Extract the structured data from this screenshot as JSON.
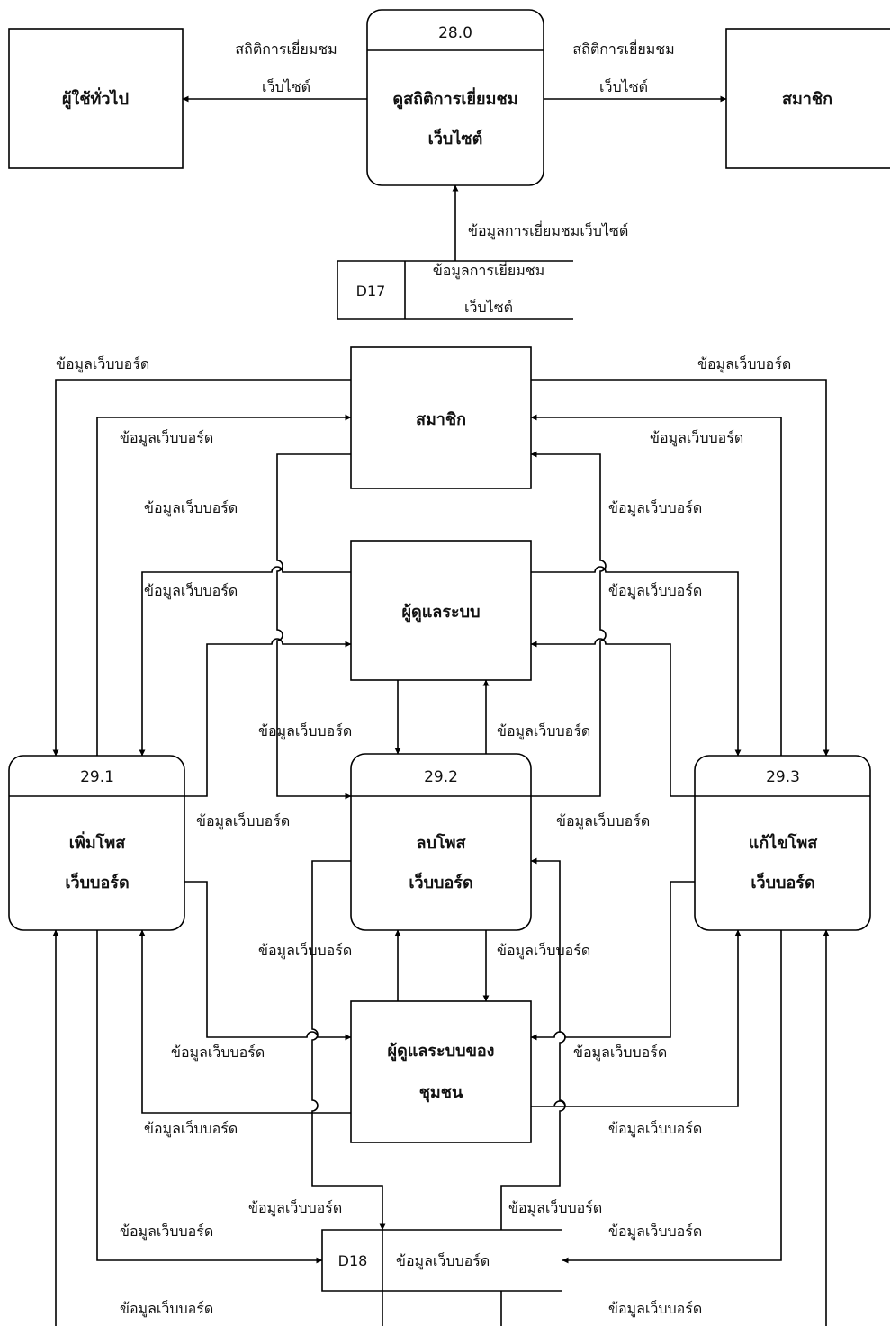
{
  "entities": {
    "general_user": "ผู้ใช้ทั่วไป",
    "member_top": "สมาชิก",
    "member_mid": "สมาชิก",
    "admin": "ผู้ดูแลระบบ",
    "community_admin_l1": "ผู้ดูแลระบบของ",
    "community_admin_l2": "ชุมชน"
  },
  "processes": {
    "p28": {
      "number": "28.0",
      "name_l1": "ดูสถิติการเยี่ยมชม",
      "name_l2": "เว็บไซต์"
    },
    "p291": {
      "number": "29.1",
      "name_l1": "เพิ่มโพส",
      "name_l2": "เว็บบอร์ด"
    },
    "p292": {
      "number": "29.2",
      "name_l1": "ลบโพส",
      "name_l2": "เว็บบอร์ด"
    },
    "p293": {
      "number": "29.3",
      "name_l1": "แก้ไขโพส",
      "name_l2": "เว็บบอร์ด"
    }
  },
  "stores": {
    "d17": {
      "id": "D17",
      "name_l1": "ข้อมูลการเยี่ยมชม",
      "name_l2": "เว็บไซต์"
    },
    "d18": {
      "id": "D18",
      "name": "ข้อมูลเว็บบอร์ด"
    }
  },
  "flows": {
    "stat_l1": "สถิติการเยี่ยมชม",
    "stat_l2": "เว็บไซต์",
    "visit_data": "ข้อมูลการเยี่ยมชมเว็บไซต์",
    "webboard": "ข้อมูลเว็บบอร์ด"
  }
}
